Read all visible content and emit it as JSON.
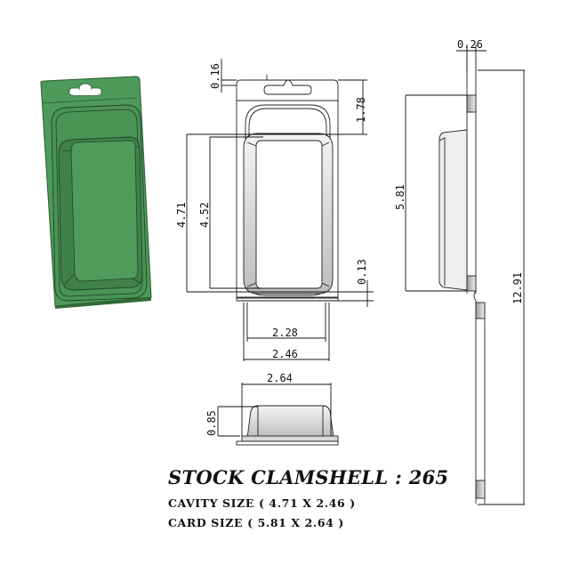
{
  "title": "STOCK CLAMSHELL : 265",
  "cavity_size": "CAVITY SIZE ( 4.71 X 2.46 )",
  "card_size": "CARD SIZE ( 5.81 X 2.64 )",
  "colors": {
    "model_green": "#4e9a5a",
    "model_green_dark": "#2f6a38",
    "line": "#111111",
    "shade_light": "#eeeeee",
    "shade_mid": "#b5b5b5"
  },
  "dimensions": {
    "front_top_flange": "0.16",
    "front_header_height": "1.78",
    "cavity_outer_height": "4.71",
    "cavity_inner_height": "4.52",
    "bottom_flange": "0.13",
    "cavity_inner_width": "2.28",
    "cavity_outer_width": "2.46",
    "card_width": "2.64",
    "cavity_depth": "0.85",
    "side_thickness": "0.26",
    "card_height": "5.81",
    "overall_height": "12.91"
  },
  "views": [
    "isometric-3d-view",
    "front-view",
    "bottom-view",
    "side-view"
  ]
}
